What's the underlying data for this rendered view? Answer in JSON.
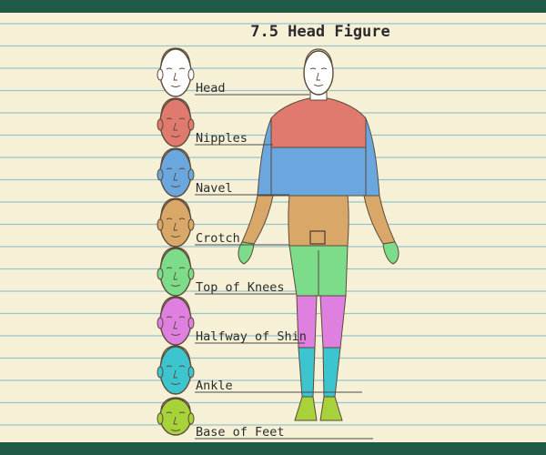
{
  "title": "7.5 Head Figure",
  "labels": [
    {
      "text": "Head",
      "color": "#ffffff"
    },
    {
      "text": "Nipples",
      "color": "#e07a6f"
    },
    {
      "text": "Navel",
      "color": "#6aa7de"
    },
    {
      "text": "Crotch",
      "color": "#d9a868"
    },
    {
      "text": "Top of Knees",
      "color": "#7ddc8a"
    },
    {
      "text": "Halfway of Shin",
      "color": "#df7fe0"
    },
    {
      "text": "Ankle",
      "color": "#3cc4cf"
    },
    {
      "text": "Base of Feet",
      "color": "#a8d23a"
    }
  ],
  "colors": {
    "frame": "#1f5a47",
    "paper": "#f6f1d6",
    "ruled_line": "#9ac4c9",
    "skin_line": "#5b4a3a"
  }
}
